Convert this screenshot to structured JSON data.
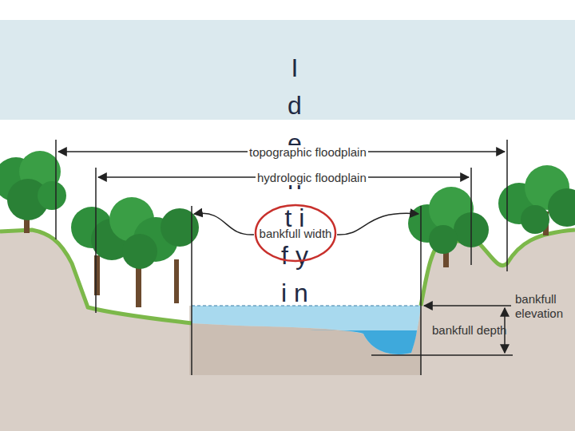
{
  "diagram": {
    "title": "I d e n t i f y i n",
    "nodes": [
      {
        "text": [
          "bankfull width"
        ]
      }
    ],
    "labels": [
      "topographic floodplain",
      "hydrologic floodplain",
      "bankfull elevation",
      "bankfull depth"
    ]
  }
}
